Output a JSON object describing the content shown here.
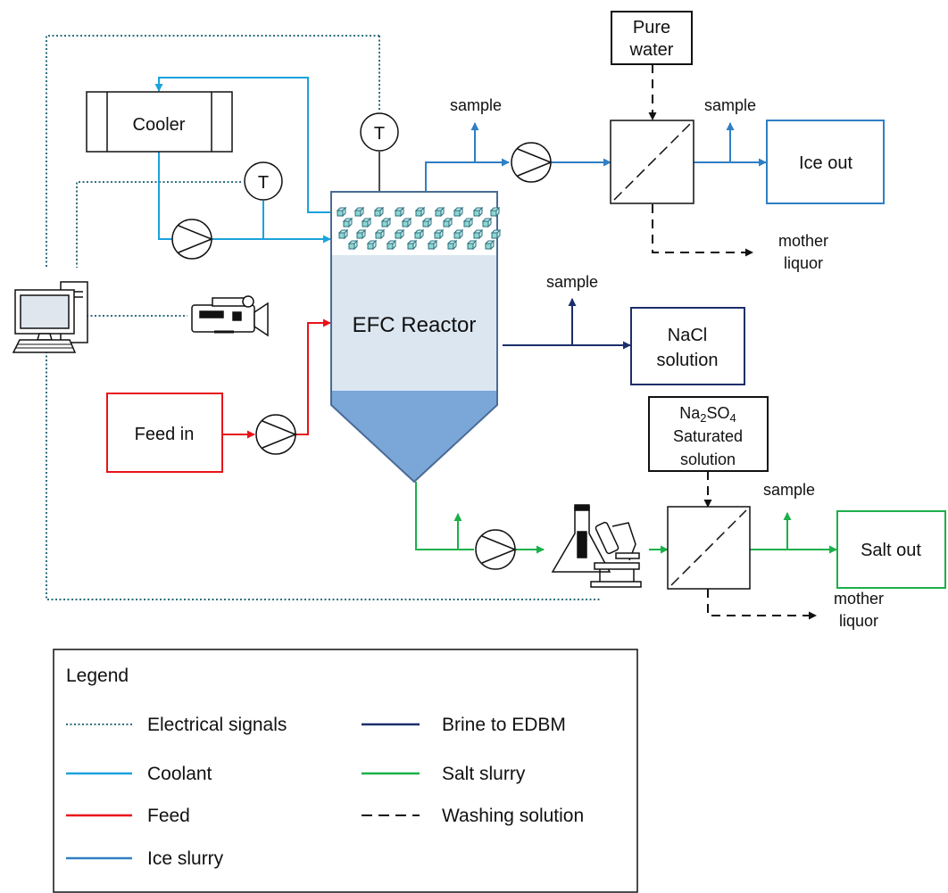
{
  "colors": {
    "electrical": "#2e6e7e",
    "coolant": "#1aa3dc",
    "feed": "#e8131b",
    "ice_slurry": "#2f7fc4",
    "brine": "#1b2f6b",
    "salt_slurry": "#1bb04a",
    "washing": "#111111",
    "reactor_upper": "#dbe6f1",
    "reactor_lower": "#7aa6d8"
  },
  "icons": {
    "computer": "computer-icon",
    "camera": "video-camera-icon",
    "microscope": "microscope-icon",
    "pump": "pump-icon",
    "filter": "filter-icon"
  },
  "components": {
    "cooler": "Cooler",
    "feed_in": "Feed in",
    "reactor": "EFC Reactor",
    "pure_water": [
      "Pure",
      "water"
    ],
    "ice_out": "Ice out",
    "nacl_solution": [
      "NaCl",
      "solution"
    ],
    "na2so4": {
      "el1": "Na",
      "sub1": "2",
      "el2": "SO",
      "sub2": "4",
      "line2": "Saturated",
      "line3": "solution"
    },
    "salt_out": "Salt out",
    "temperature_sensor": "T"
  },
  "labels": {
    "sample": "sample",
    "mother_liquor": [
      "mother",
      "liquor"
    ]
  },
  "legend": {
    "title": "Legend",
    "items": [
      {
        "label": "Electrical signals",
        "style": "electrical"
      },
      {
        "label": "Coolant",
        "style": "coolant"
      },
      {
        "label": "Feed",
        "style": "feed"
      },
      {
        "label": "Ice slurry",
        "style": "ice_slurry"
      },
      {
        "label": "Brine to EDBM",
        "style": "brine"
      },
      {
        "label": "Salt slurry",
        "style": "salt_slurry"
      },
      {
        "label": "Washing solution",
        "style": "washing"
      }
    ]
  }
}
